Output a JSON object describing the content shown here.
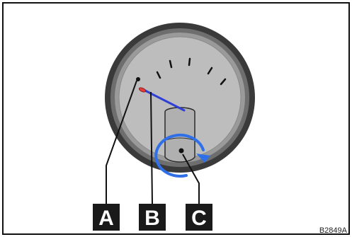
{
  "figure": {
    "figure_code": "B2849A"
  },
  "callouts": [
    {
      "letter": "A",
      "target": "dial-pivot-pin"
    },
    {
      "letter": "B",
      "target": "needle-tip-mark"
    },
    {
      "letter": "C",
      "target": "adjust-knob"
    }
  ],
  "colors": {
    "frame": "#111111",
    "bezel_outer": "#3a3a3a",
    "bezel_mid": "#777777",
    "bezel_inner": "#a8a8a8",
    "dial_face": "#bdbdbd",
    "needle": "#2f3fd6",
    "rotation_arrow": "#2f6fe8",
    "needle_tip": "#e23c3c",
    "callout_box": "#1a1a1a",
    "callout_text": "#ffffff"
  }
}
